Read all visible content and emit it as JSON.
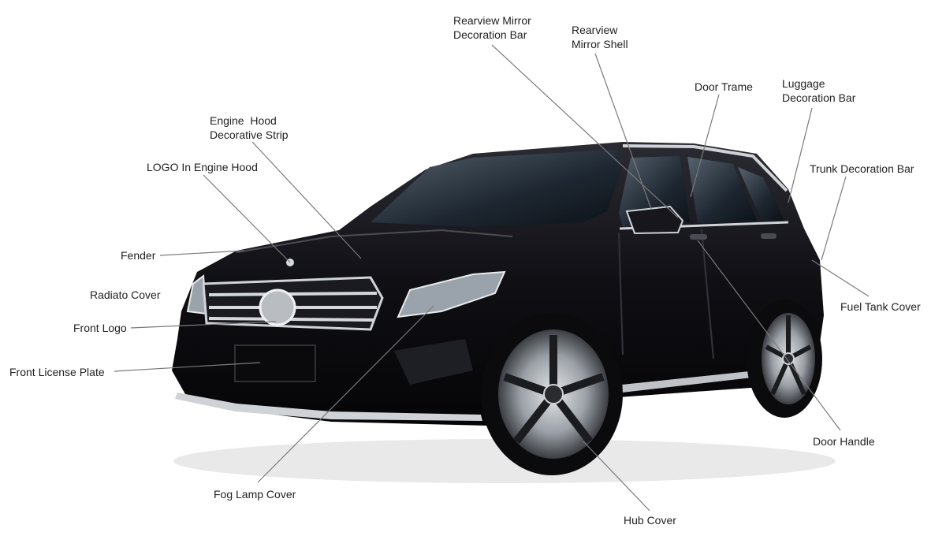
{
  "labels": {
    "rearview_mirror_decoration_bar": "Rearview Mirror\nDecoration Bar",
    "rearview_mirror_shell": "Rearview\nMirror Shell",
    "door_trame": "Door Trame",
    "luggage_decoration_bar": "Luggage\nDecoration Bar",
    "engine_hood_decorative_strip": "Engine  Hood\nDecorative Strip",
    "logo_in_engine_hood": "LOGO In Engine Hood",
    "trunk_decoration_bar": "Trunk Decoration Bar",
    "fender": "Fender",
    "radiato_cover": "Radiato Cover",
    "fuel_tank_cover": "Fuel Tank Cover",
    "front_logo": "Front Logo",
    "front_license_plate": "Front License Plate",
    "door_handle": "Door Handle",
    "fog_lamp_cover": "Fog Lamp Cover",
    "hub_cover": "Hub Cover"
  },
  "colors": {
    "car_body": "#0f0f14",
    "leader_line": "#7a7a7a",
    "chrome": "#cfd2d6",
    "glass": "#2a3440"
  }
}
